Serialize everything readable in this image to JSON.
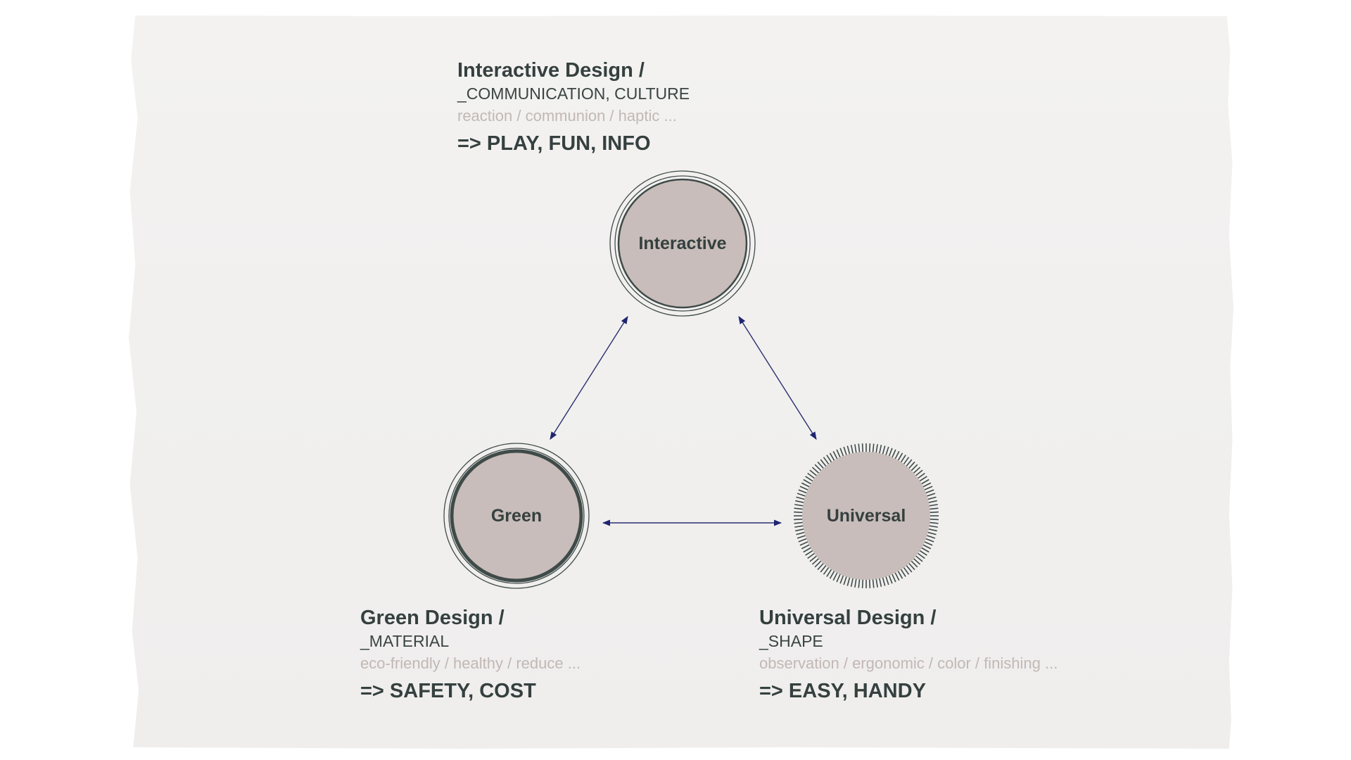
{
  "colors": {
    "node_fill": "#c8bdba",
    "ring_stroke": "#3f4b49",
    "arrow": "#1f2470",
    "text_dark": "#35403f",
    "text_light": "#c2b8b5",
    "paper": "#f1f0ef"
  },
  "nodes": {
    "interactive": {
      "label": "Interactive"
    },
    "green": {
      "label": "Green"
    },
    "universal": {
      "label": "Universal"
    }
  },
  "blocks": {
    "interactive": {
      "title": "Interactive Design /",
      "subtitle": "_COMMUNICATION, CULTURE",
      "keywords": "reaction / communion / haptic ...",
      "result": "=> PLAY, FUN, INFO"
    },
    "green": {
      "title": "Green Design /",
      "subtitle": "_MATERIAL",
      "keywords": "eco-friendly / healthy / reduce ...",
      "result": "=> SAFETY, COST"
    },
    "universal": {
      "title": "Universal Design /",
      "subtitle": "_SHAPE",
      "keywords": "observation / ergonomic / color / finishing ...",
      "result": "=> EASY, HANDY"
    }
  }
}
